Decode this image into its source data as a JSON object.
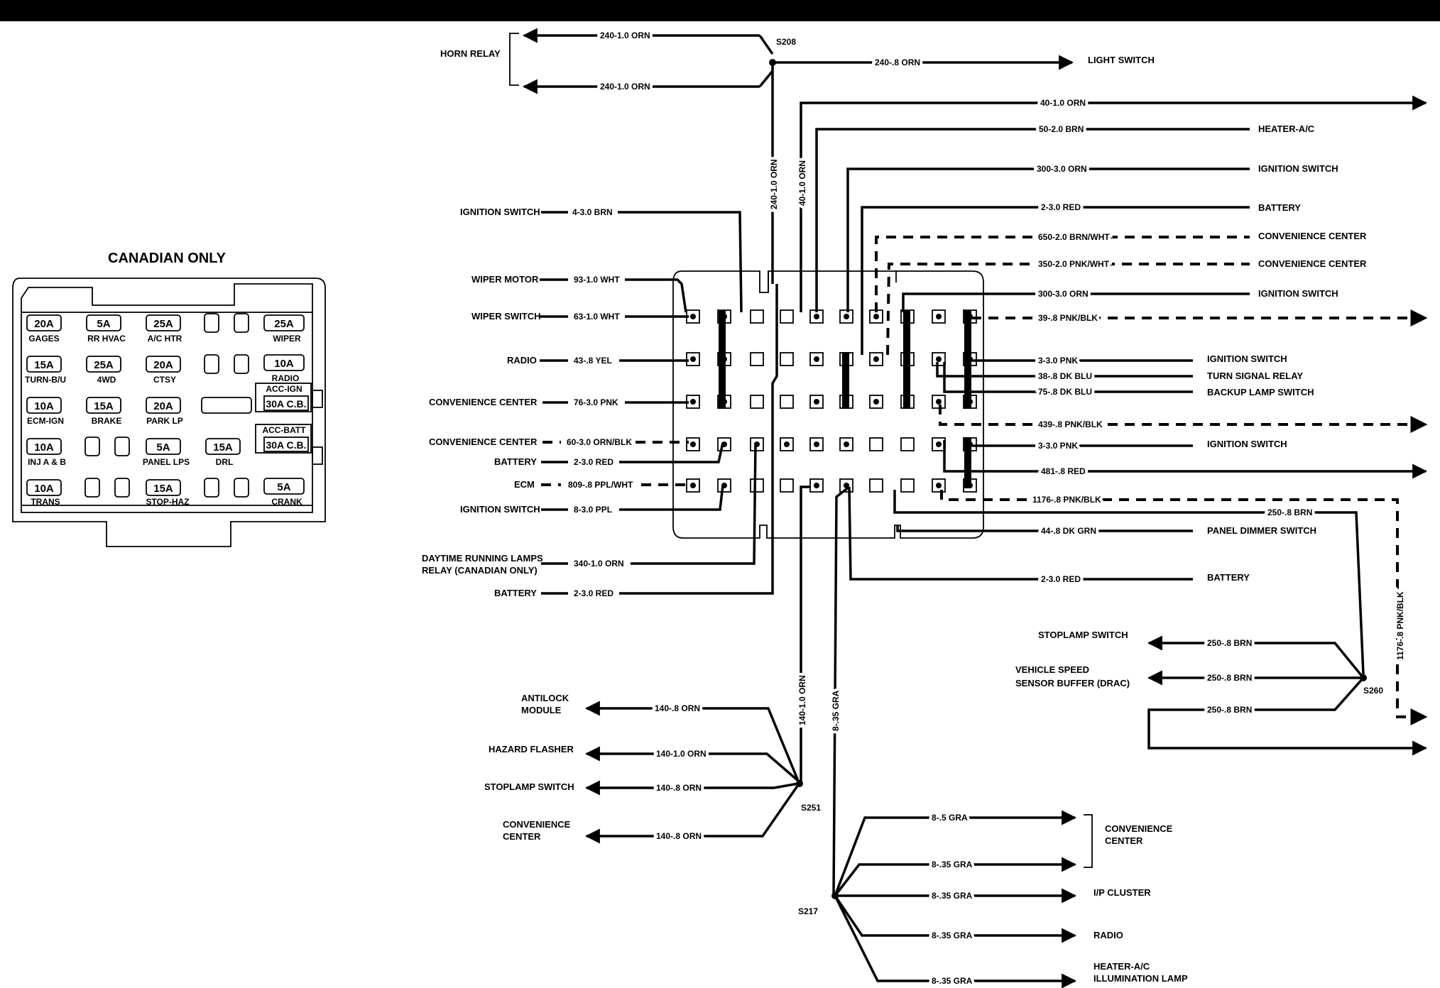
{
  "fuse_panel": {
    "title": "CANADIAN ONLY",
    "fuses": {
      "f1": {
        "rating": "20A",
        "label": "GAGES"
      },
      "f2": {
        "rating": "5A",
        "label": "RR HVAC"
      },
      "f3": {
        "rating": "25A",
        "label": "A/C HTR"
      },
      "f4": {
        "rating": "25A",
        "label": "WIPER"
      },
      "f5": {
        "rating": "15A",
        "label": "TURN-B/U"
      },
      "f6": {
        "rating": "25A",
        "label": "4WD"
      },
      "f7": {
        "rating": "20A",
        "label": "CTSY"
      },
      "f8": {
        "rating": "10A",
        "label": "RADIO"
      },
      "f9": {
        "rating": "10A",
        "label": "ECM-IGN"
      },
      "f10": {
        "rating": "15A",
        "label": "BRAKE"
      },
      "f11": {
        "rating": "20A",
        "label": "PARK LP"
      },
      "f12": {
        "rating": "10A",
        "label": "INJ A & B"
      },
      "f13": {
        "rating": "5A",
        "label": "PANEL LPS"
      },
      "f14": {
        "rating": "15A",
        "label": "DRL"
      },
      "f15": {
        "rating": "10A",
        "label": "TRANS"
      },
      "f16": {
        "rating": "15A",
        "label": "STOP-HAZ"
      },
      "f17": {
        "rating": "5A",
        "label": "CRANK"
      }
    },
    "breakers": {
      "b1": {
        "rating": "30A C.B.",
        "label": "ACC-IGN"
      },
      "b2": {
        "rating": "30A C.B.",
        "label": "ACC-BATT"
      }
    }
  },
  "components": {
    "horn_relay": "HORN RELAY",
    "light_switch": "LIGHT SWITCH",
    "heater_ac": "HEATER-A/C",
    "ignition_switch": "IGNITION SWITCH",
    "battery": "BATTERY",
    "convenience_center": "CONVENIENCE CENTER",
    "wiper_motor": "WIPER MOTOR",
    "wiper_switch": "WIPER SWITCH",
    "radio": "RADIO",
    "turn_signal_relay": "TURN SIGNAL RELAY",
    "backup_lamp_switch": "BACKUP LAMP SWITCH",
    "ecm": "ECM",
    "panel_dimmer_switch": "PANEL DIMMER SWITCH",
    "drl_relay_1": "DAYTIME RUNNING LAMPS",
    "drl_relay_2": "RELAY (CANADIAN ONLY)",
    "stoplamp_switch": "STOPLAMP SWITCH",
    "vss_buffer_1": "VEHICLE SPEED",
    "vss_buffer_2": "SENSOR BUFFER (DRAC)",
    "antilock_1": "ANTILOCK",
    "antilock_2": "MODULE",
    "hazard_flasher": "HAZARD FLASHER",
    "conv_1": "CONVENIENCE",
    "conv_2": "CENTER",
    "ip_cluster": "I/P CLUSTER",
    "radio_2": "RADIO",
    "heater_ac_2": "HEATER-A/C",
    "illum_lamp": "ILLUMINATION LAMP"
  },
  "splices": {
    "s208": "S208",
    "s251": "S251",
    "s217": "S217",
    "s260": "S260"
  },
  "wires": {
    "w240_top": "240-1.0 ORN",
    "w240_bot": "240-1.0 ORN",
    "w240_light": "240-.8 ORN",
    "w240_vert": "240-1.0 ORN",
    "w40_vert": "40-1.0 ORN",
    "w40": "40-1.0 ORN",
    "w50": "50-2.0 BRN",
    "w300a": "300-3.0 ORN",
    "w2a": "2-3.0 RED",
    "w650": "650-2.0 BRN/WHT",
    "w350": "350-2.0 PNK/WHT",
    "w300b": "300-3.0 ORN",
    "w39": "39-.8 PNK/BLK",
    "w3a": "3-3.0 PNK",
    "w38": "38-.8 DK BLU",
    "w75": "75-.8 DK BLU",
    "w439": "439-.8 PNK/BLK",
    "w3b": "3-3.0 PNK",
    "w481": "481-.8 RED",
    "w1176": "1176-.8 PNK/BLK",
    "w1176_vert": "1176-.8 PNK/BLK",
    "w250": "250-.8 BRN",
    "w44": "44-.8 DK GRN",
    "w2b": "2-3.0 RED",
    "w4": "4-3.0 BRN",
    "w93": "93-1.0 WHT",
    "w63": "63-1.0 WHT",
    "w43": "43-.8 YEL",
    "w76": "76-3.0 PNK",
    "w60": "60-3.0 ORN/BLK",
    "w2c": "2-3.0 RED",
    "w809": "809-.8 PPL/WHT",
    "w8": "8-3.0 PPL",
    "w340": "340-1.0 ORN",
    "w2d": "2-3.0 RED",
    "w250_stop": "250-.8 BRN",
    "w250_vss": "250-.8 BRN",
    "w250_3": "250-.8 BRN",
    "w140_vert": "140-1.0 ORN",
    "w8_vert": "8-.35 GRA",
    "w140_abs": "140-.8 ORN",
    "w140_haz": "140-1.0 ORN",
    "w140_stop": "140-.8 ORN",
    "w140_conv": "140-.8 ORN",
    "w8_conv1": "8-.5 GRA",
    "w8_conv2": "8-.35 GRA",
    "w8_ip": "8-.35 GRA",
    "w8_radio": "8-.35 GRA",
    "w8_heater": "8-.35 GRA"
  }
}
